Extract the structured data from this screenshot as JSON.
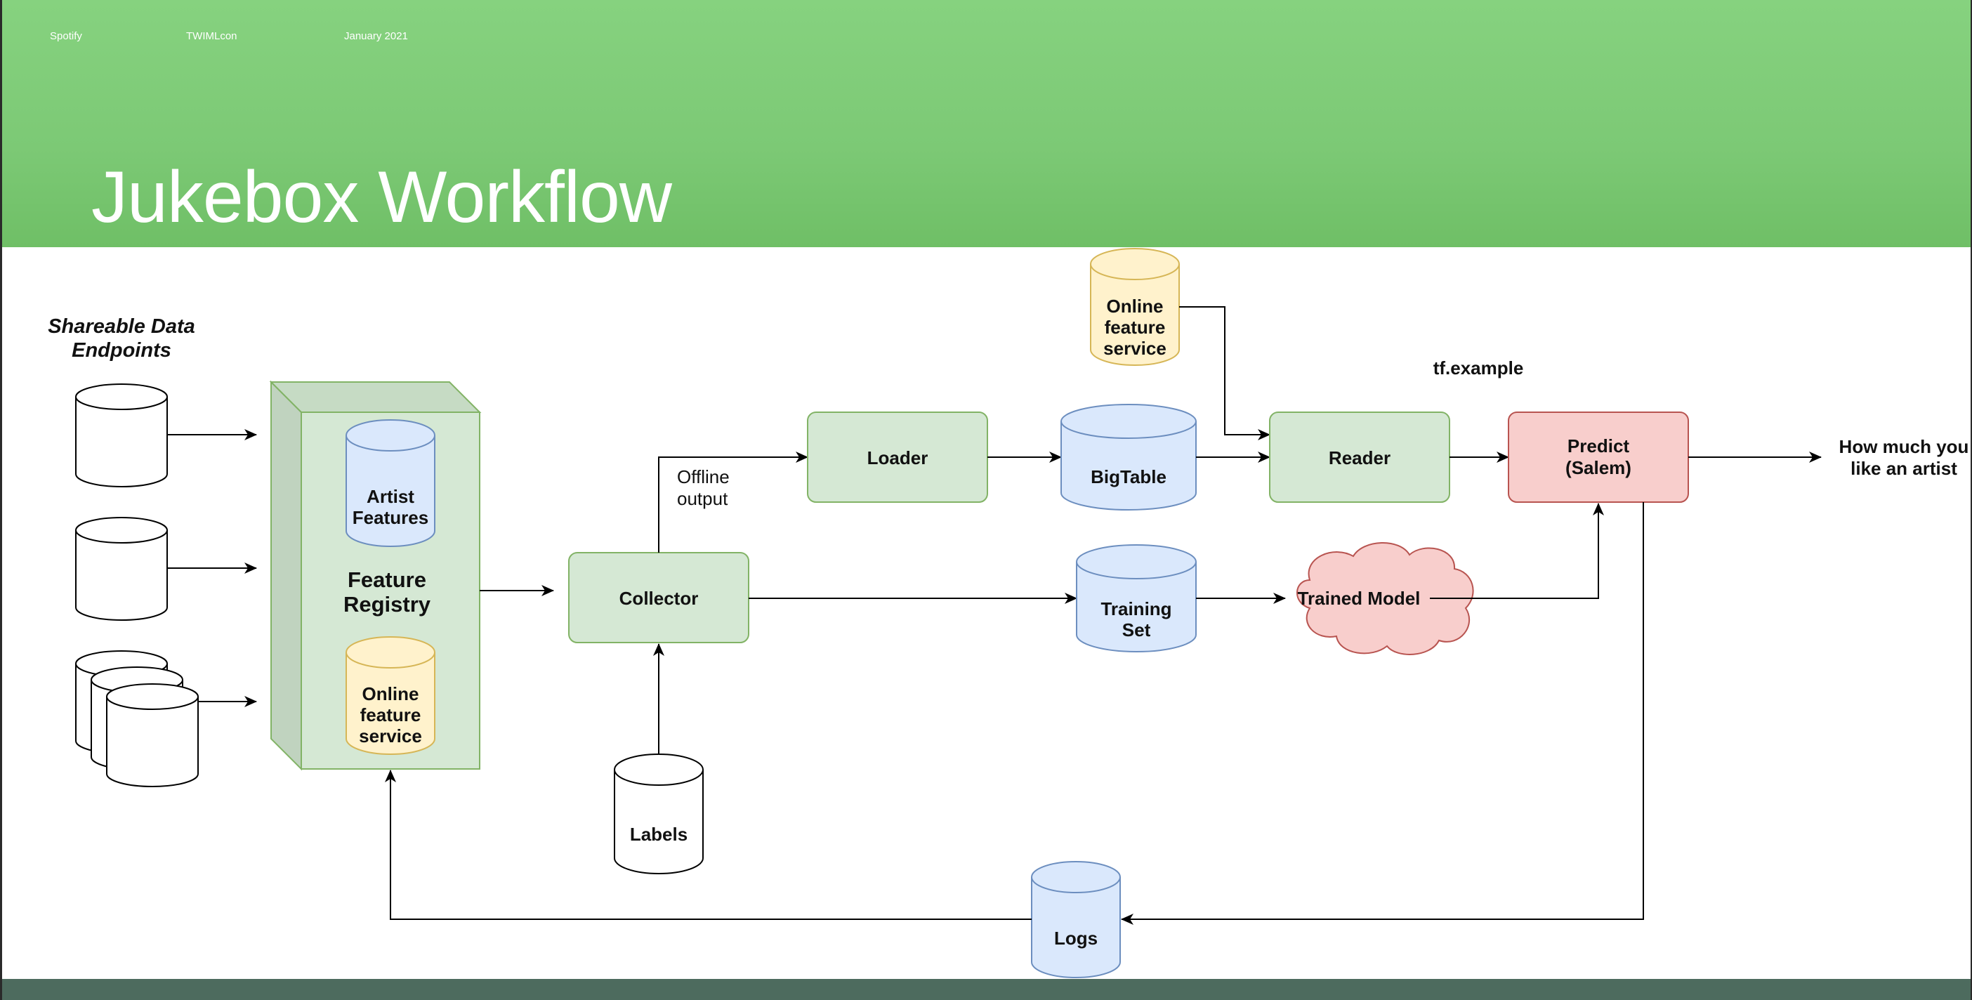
{
  "header": {
    "meta": [
      "Spotify",
      "TWIMLcon",
      "January 2021"
    ],
    "title": "Jukebox Workflow"
  },
  "diagram": {
    "endpoints_label": [
      "Shareable Data",
      "Endpoints"
    ],
    "feature_registry": [
      "Feature",
      "Registry"
    ],
    "artist_features": [
      "Artist",
      "Features"
    ],
    "online_feature_service_inner": [
      "Online",
      "feature",
      "service"
    ],
    "online_feature_service_top": [
      "Online",
      "feature",
      "service"
    ],
    "collector": "Collector",
    "offline_output": [
      "Offline",
      "output"
    ],
    "loader": "Loader",
    "bigtable": "BigTable",
    "reader": "Reader",
    "tf_example": "tf.example",
    "predict": [
      "Predict",
      "(Salem)"
    ],
    "output_text": [
      "How much you",
      "like an artist"
    ],
    "training_set": [
      "Training",
      "Set"
    ],
    "trained_model": "Trained Model",
    "labels": "Labels",
    "logs": "Logs"
  },
  "colors": {
    "header_green": "#7cc975",
    "process_fill": "#d5e8d4",
    "process_stroke": "#82b366",
    "storage_fill": "#dae8fc",
    "storage_stroke": "#6c8ebf",
    "service_fill": "#fff2cc",
    "service_stroke": "#d6b656",
    "predict_fill": "#f8cecc",
    "predict_stroke": "#b85450",
    "footer": "#4d6b5e"
  }
}
